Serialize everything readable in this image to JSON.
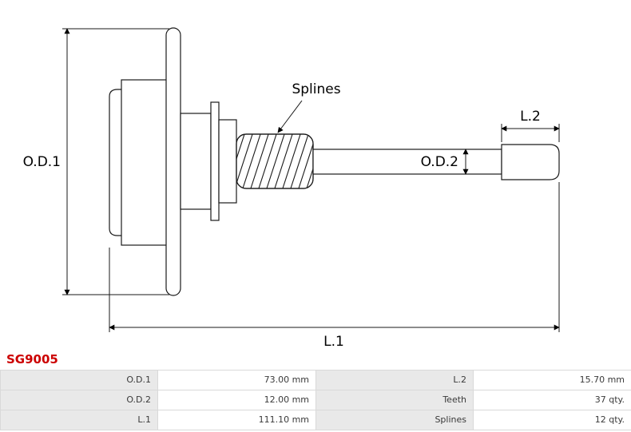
{
  "part_code": "SG9005",
  "diagram": {
    "od1_label": "O.D.1",
    "od2_label": "O.D.2",
    "l1_label": "L.1",
    "l2_label": "L.2",
    "splines_label": "Splines"
  },
  "table": {
    "rows": [
      {
        "c0": "O.D.1",
        "c1": "73.00 mm",
        "c2": "L.2",
        "c3": "15.70 mm"
      },
      {
        "c0": "O.D.2",
        "c1": "12.00 mm",
        "c2": "Teeth",
        "c3": "37 qty."
      },
      {
        "c0": "L.1",
        "c1": "111.10 mm",
        "c2": "Splines",
        "c3": "12 qty."
      }
    ]
  }
}
